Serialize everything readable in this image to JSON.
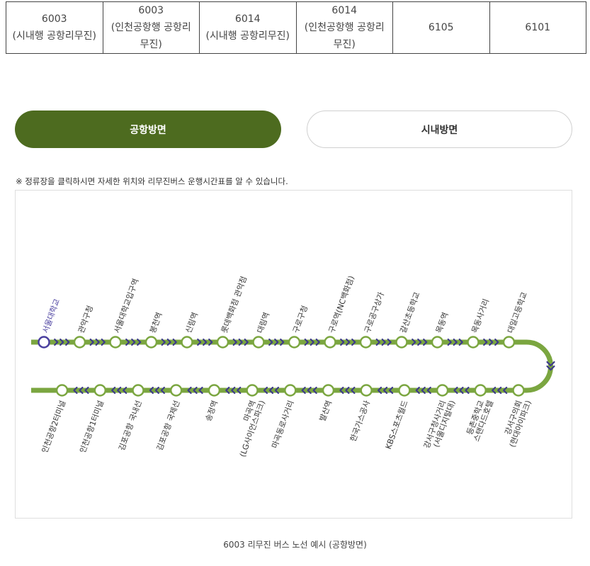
{
  "route_table": {
    "cells": [
      [
        "6003",
        "(시내행 공항리무진)"
      ],
      [
        "6003",
        "(인천공항행 공항리",
        "무진)"
      ],
      [
        "6014",
        "(시내행 공항리무진)"
      ],
      [
        "6014",
        "(인천공항행 공항리",
        "무진)"
      ],
      [
        "6105"
      ],
      [
        "6101"
      ]
    ]
  },
  "tabs": {
    "active": "공항방면",
    "inactive": "시내방면"
  },
  "notice": "※ 정류장을 클릭하시면 자세한 위치와 리무진버스 운행시간표를 알 수 있습니다.",
  "colors": {
    "line": "#7ba640",
    "arrow": "#3d3a8a",
    "active_tab": "#4d6b1f",
    "current_stop": "#4a3f9f"
  },
  "route_map": {
    "top_stops": [
      {
        "label": "서울대학교",
        "current": true
      },
      {
        "label": "관악구청"
      },
      {
        "label": "서울대학교입구역"
      },
      {
        "label": "봉천역"
      },
      {
        "label": "신림역"
      },
      {
        "label": "롯데백화점 관악점"
      },
      {
        "label": "대림역"
      },
      {
        "label": "구로구청"
      },
      {
        "label": "구로역(NC백화점)"
      },
      {
        "label": "구로공구상가"
      },
      {
        "label": "갈산초등학교"
      },
      {
        "label": "목동역"
      },
      {
        "label": "목동사거리"
      },
      {
        "label": "대일고등학교"
      }
    ],
    "bottom_stops": [
      {
        "label": "강서구의회",
        "label2": "(현대아이파크)"
      },
      {
        "label": "등촌중학교",
        "label2": "스탠다드호텔"
      },
      {
        "label": "강서구청사거리",
        "label2": "(서울디지털대)"
      },
      {
        "label": "KBS스포츠월드"
      },
      {
        "label": "한국가스공사"
      },
      {
        "label": "발산역"
      },
      {
        "label": "마곡동로사거리"
      },
      {
        "label": "마곡역",
        "label2": "(LG사이언스파크)"
      },
      {
        "label": "송정역"
      },
      {
        "label": "김포공항 국제선"
      },
      {
        "label": "김포공항 국내선"
      },
      {
        "label": "인천공항1터미널"
      },
      {
        "label": "인천공항2터미널"
      }
    ]
  },
  "caption": "6003 리무진 버스 노선 예시 (공항방면)"
}
